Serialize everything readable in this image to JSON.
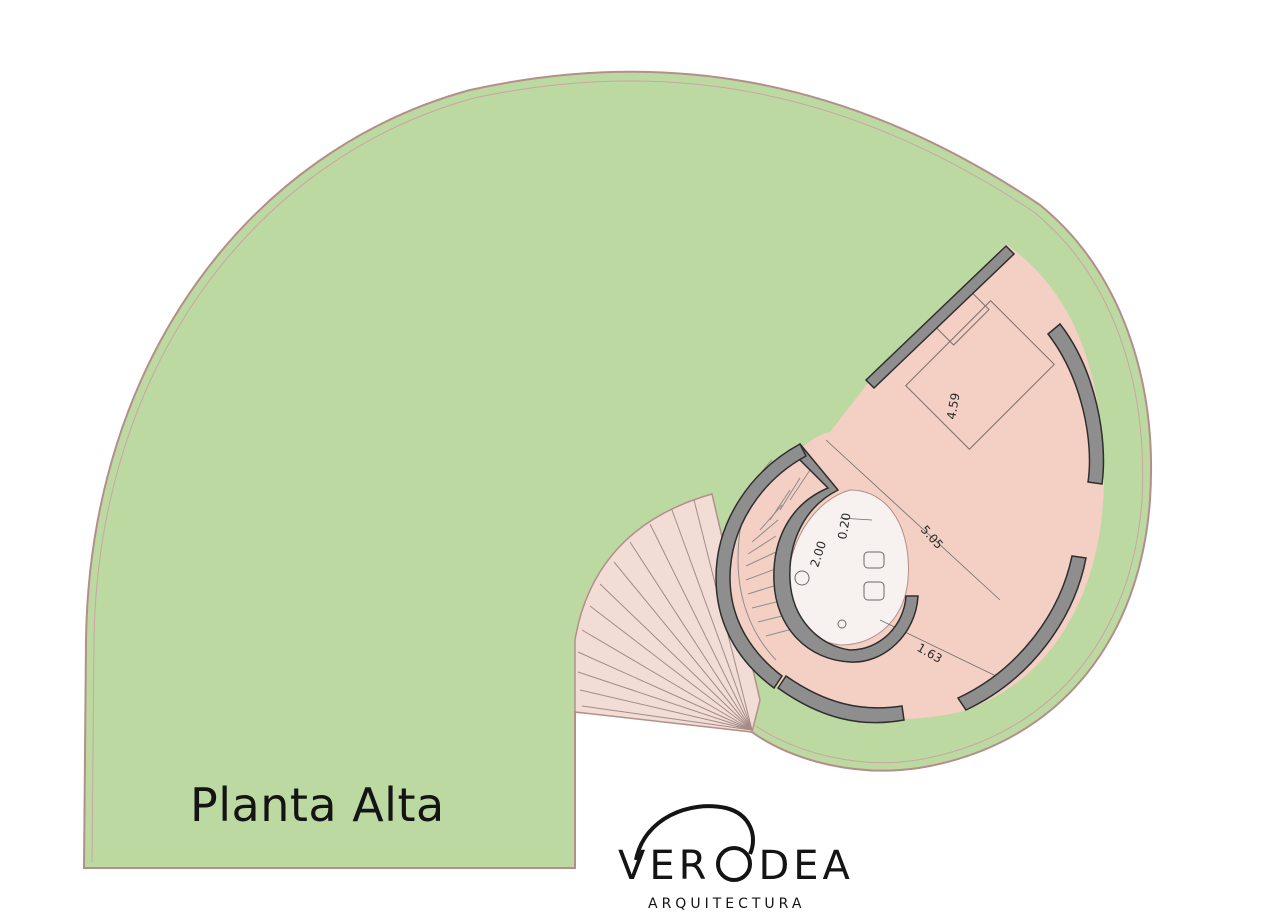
{
  "title": "Planta Alta",
  "brand": {
    "left": "VER",
    "right": "DEA",
    "subtitle": "ARQUITECTURA"
  },
  "dimensions": {
    "d1": "4.59",
    "d2": "5.05",
    "d3": "1.63",
    "d4": "0.20",
    "d5": "2.00"
  },
  "colors": {
    "garden": "#bcd9a2",
    "interior": "#f4cfc3",
    "wall": "#8e8e8e",
    "outline": "#b48f8a"
  }
}
